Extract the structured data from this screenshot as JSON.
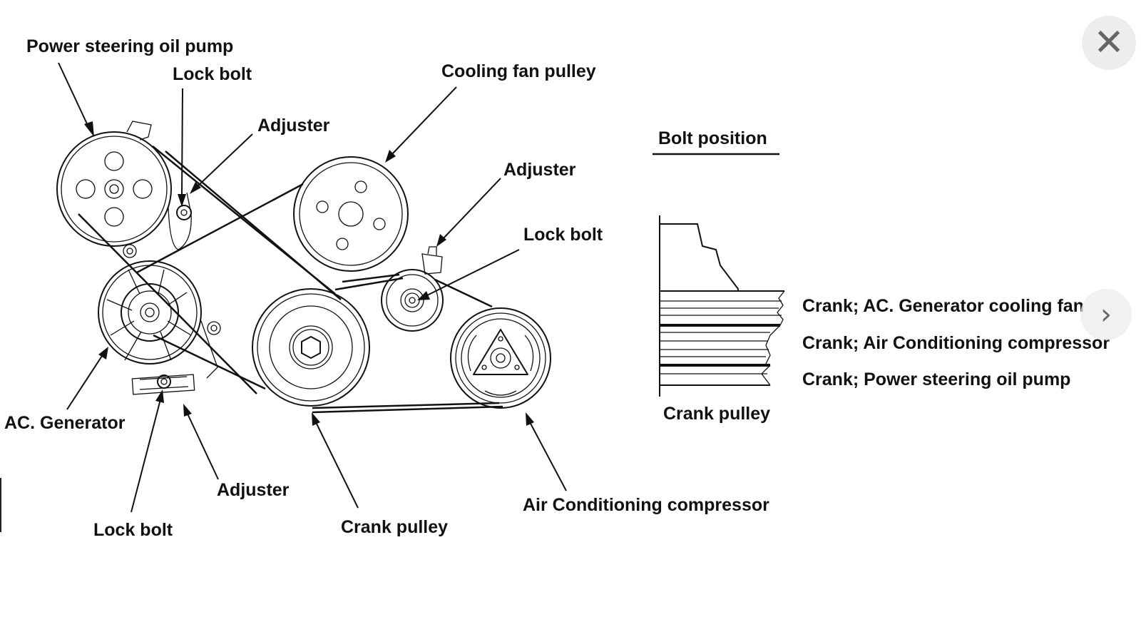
{
  "labels": {
    "power_steering_oil_pump": "Power steering oil pump",
    "lock_bolt_top": "Lock bolt",
    "adjuster_top": "Adjuster",
    "cooling_fan_pulley": "Cooling fan pulley",
    "adjuster_right": "Adjuster",
    "lock_bolt_right": "Lock bolt",
    "ac_generator": "AC. Generator",
    "adjuster_bottom": "Adjuster",
    "lock_bolt_bottom": "Lock bolt",
    "crank_pulley": "Crank pulley",
    "air_conditioning_compressor": "Air Conditioning compressor"
  },
  "bolt_position": {
    "title": "Bolt position",
    "caption": "Crank pulley",
    "rows": [
      "Crank; AC. Generator cooling fan",
      "Crank; Air Conditioning compressor",
      "Crank; Power steering oil pump"
    ]
  },
  "controls": {
    "close_icon": "✕",
    "next_icon": "›"
  }
}
